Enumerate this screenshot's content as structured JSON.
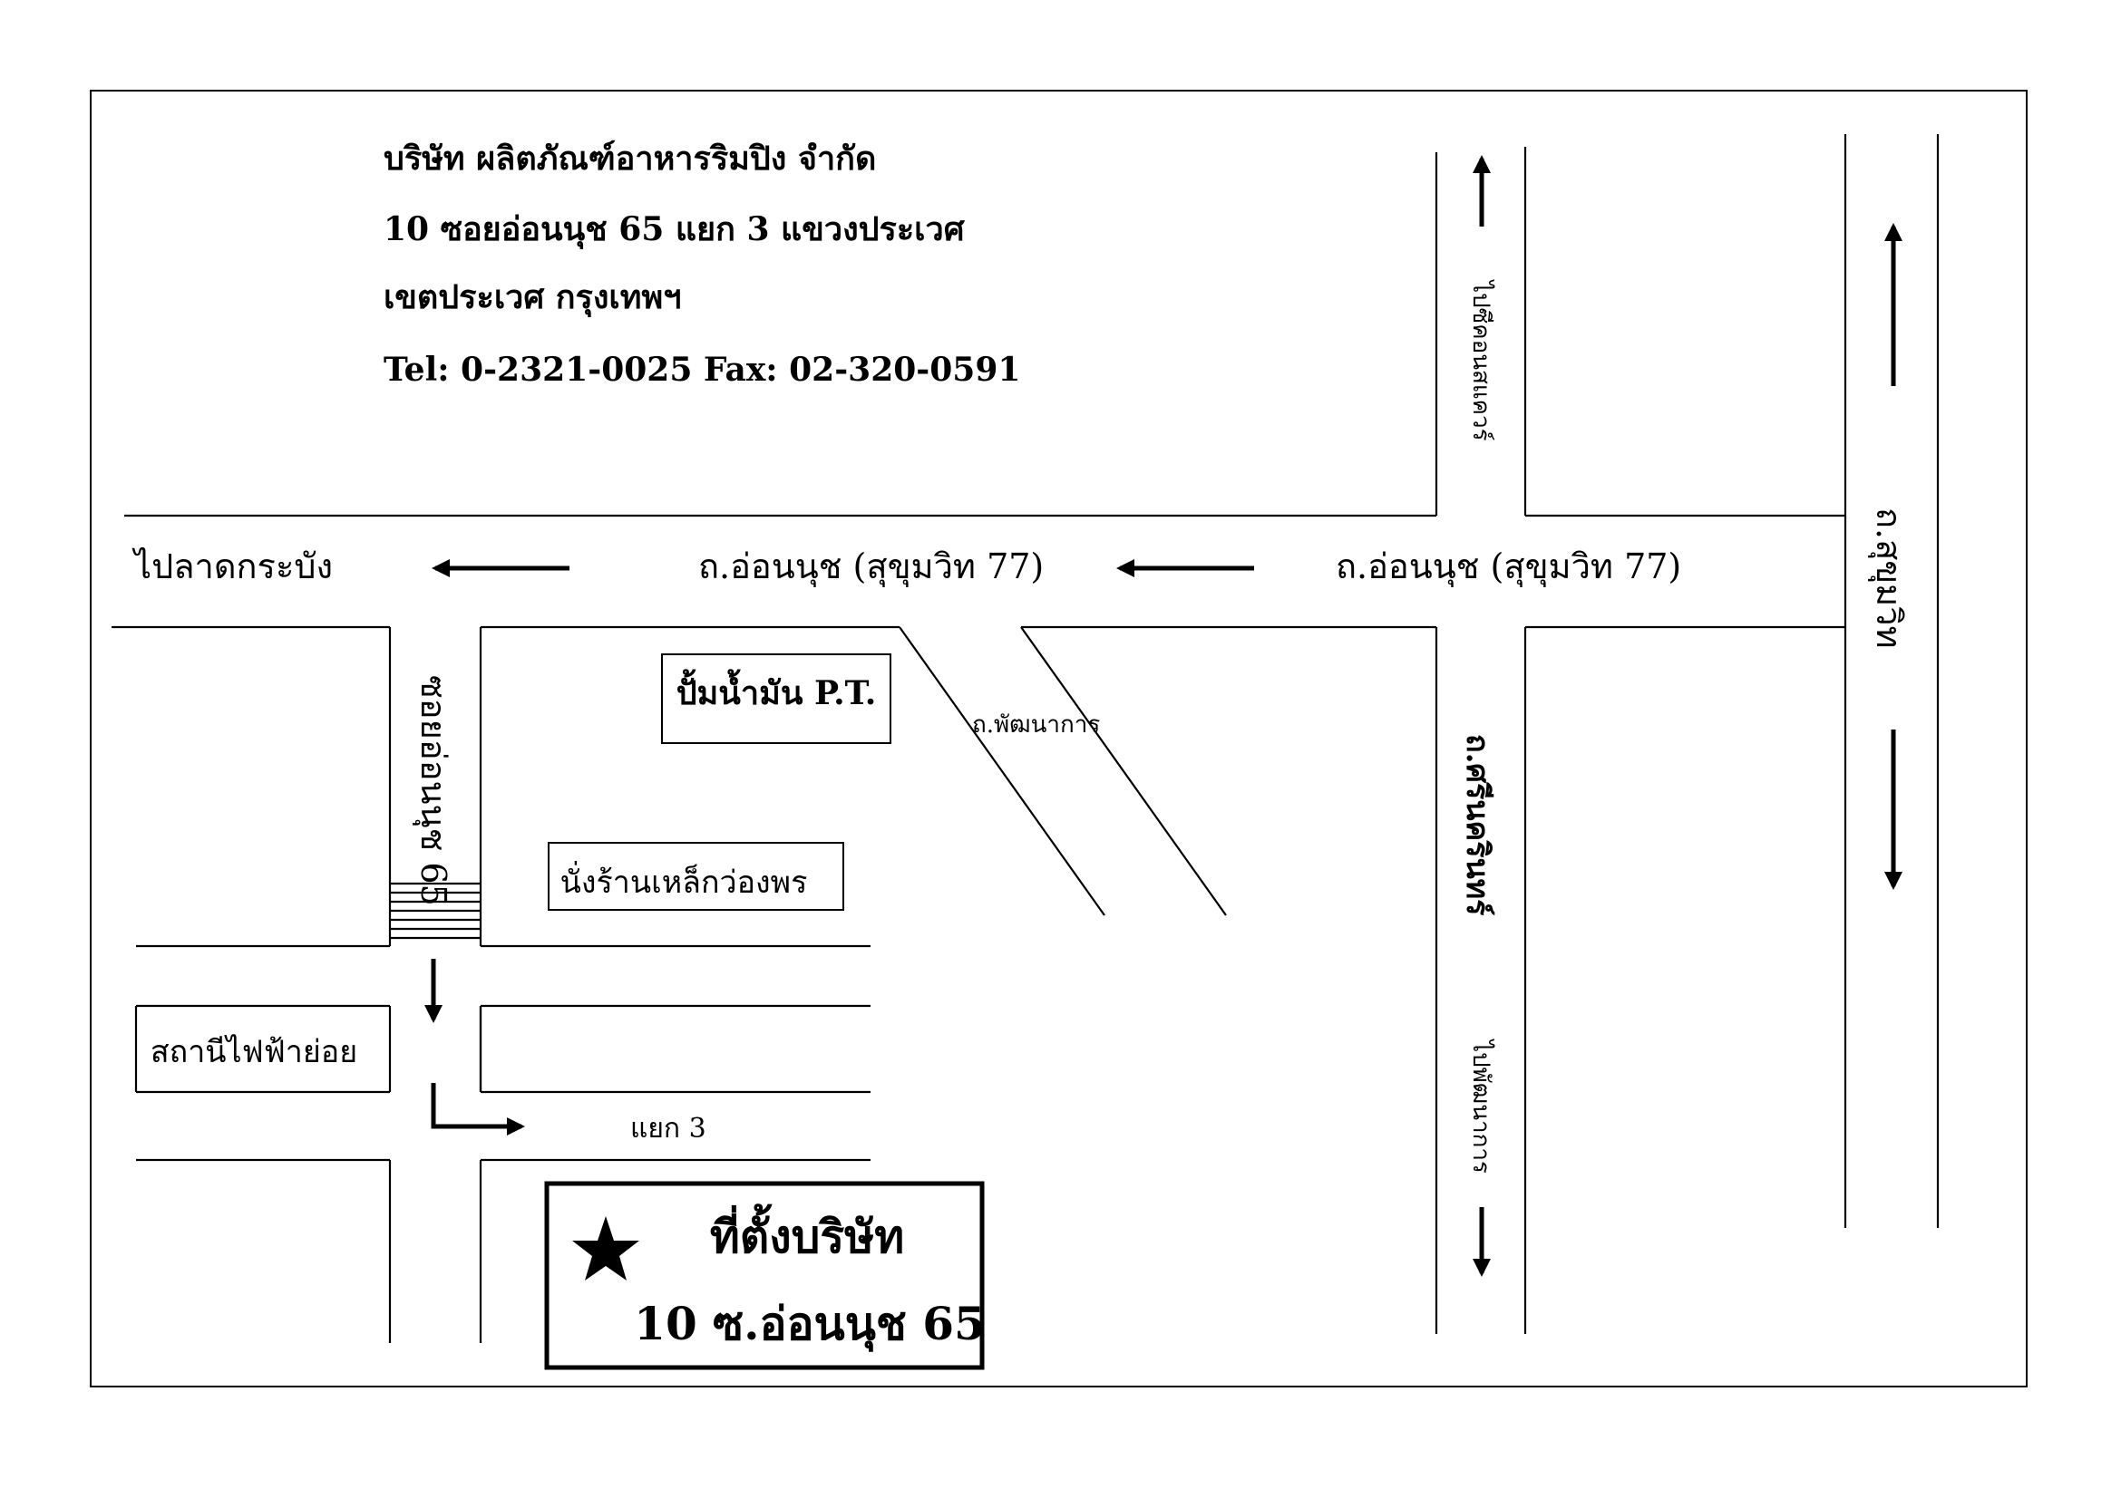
{
  "company": {
    "name": "บริษัท ผลิตภัณฑ์อาหารริมปิง จำกัด",
    "address_line1": "10 ซอยอ่อนนุช 65 แยก 3 แขวงประเวศ",
    "address_line2": "เขตประเวศ กรุงเทพฯ",
    "contact": "Tel: 0-2321-0025  Fax: 02-320-0591"
  },
  "roads": {
    "to_lat_krabang": "ไปลาดกระบัง",
    "on_nut_left": "ถ.อ่อนนุช (สุขุมวิท 77)",
    "on_nut_right": "ถ.อ่อนนุช (สุขุมวิท 77)",
    "soi_65": "ซอยอ่อนนุช 65",
    "phatthanakan": "ถ.พัฒนาการ",
    "sri_nakarin": "ถ.ศรีนครินทร์",
    "to_seacon": "ไปซีคอนสแควร์",
    "to_phatthanakan": "ไปพัฒนาการ",
    "sukhumvit": "ถ.สุขุมวิท",
    "yaek_3": "แยก 3"
  },
  "landmarks": {
    "pt_station": "ปั้มน้ำมัน P.T.",
    "furniture_shop": "นั่งร้านเหล็กว่องพร",
    "substation": "สถานีไฟฟ้าย่อย"
  },
  "company_box": {
    "title": "ที่ตั้งบริษัท",
    "address": "10  ซ.อ่อนนุช 65"
  }
}
